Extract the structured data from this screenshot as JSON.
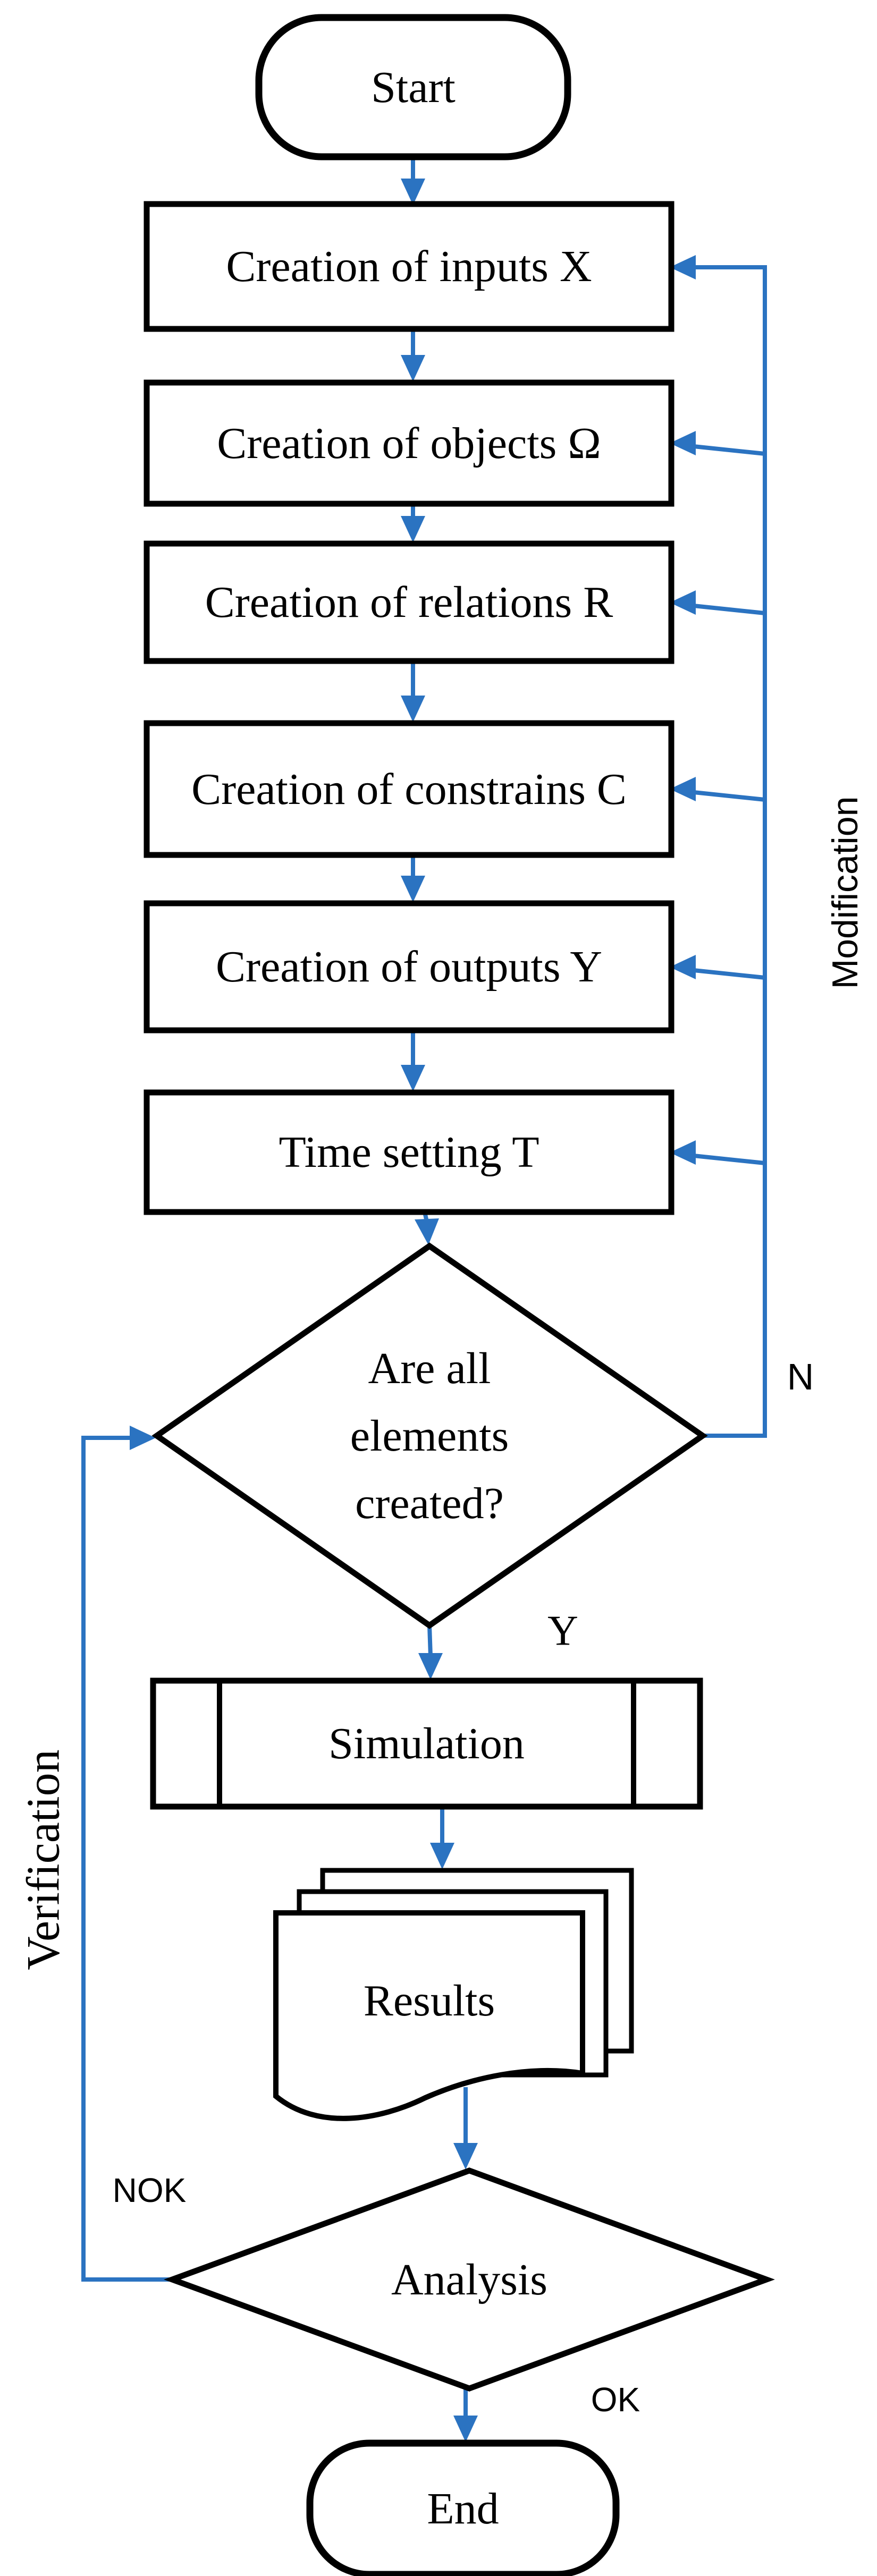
{
  "diagram": {
    "title": "Simulation workflow flowchart",
    "colors": {
      "connector_blue": "#2B73C1",
      "shape_border": "#000000",
      "shape_fill": "#FFFFFF",
      "text": "#000000"
    },
    "nodes": {
      "start": {
        "type": "terminator",
        "label": "Start"
      },
      "inputs": {
        "type": "process",
        "label": "Creation of inputs X"
      },
      "objects": {
        "type": "process",
        "label": "Creation of objects Ω"
      },
      "relations": {
        "type": "process",
        "label": "Creation of relations R"
      },
      "constrains": {
        "type": "process",
        "label": "Creation of constrains C"
      },
      "outputs": {
        "type": "process",
        "label": "Creation of outputs Y"
      },
      "time": {
        "type": "process",
        "label": "Time setting T"
      },
      "decision_elements": {
        "type": "decision",
        "label": "Are all elements created?",
        "lines": [
          "Are all",
          "elements",
          "created?"
        ]
      },
      "simulation": {
        "type": "predefined-process",
        "label": "Simulation"
      },
      "results": {
        "type": "document-stack",
        "label": "Results"
      },
      "analysis": {
        "type": "decision",
        "label": "Analysis"
      },
      "end": {
        "type": "terminator",
        "label": "End"
      }
    },
    "edge_labels": {
      "no": "N",
      "yes": "Y",
      "nok": "NOK",
      "ok": "OK"
    },
    "side_labels": {
      "modification": "Modification",
      "verification": "Verification"
    }
  }
}
